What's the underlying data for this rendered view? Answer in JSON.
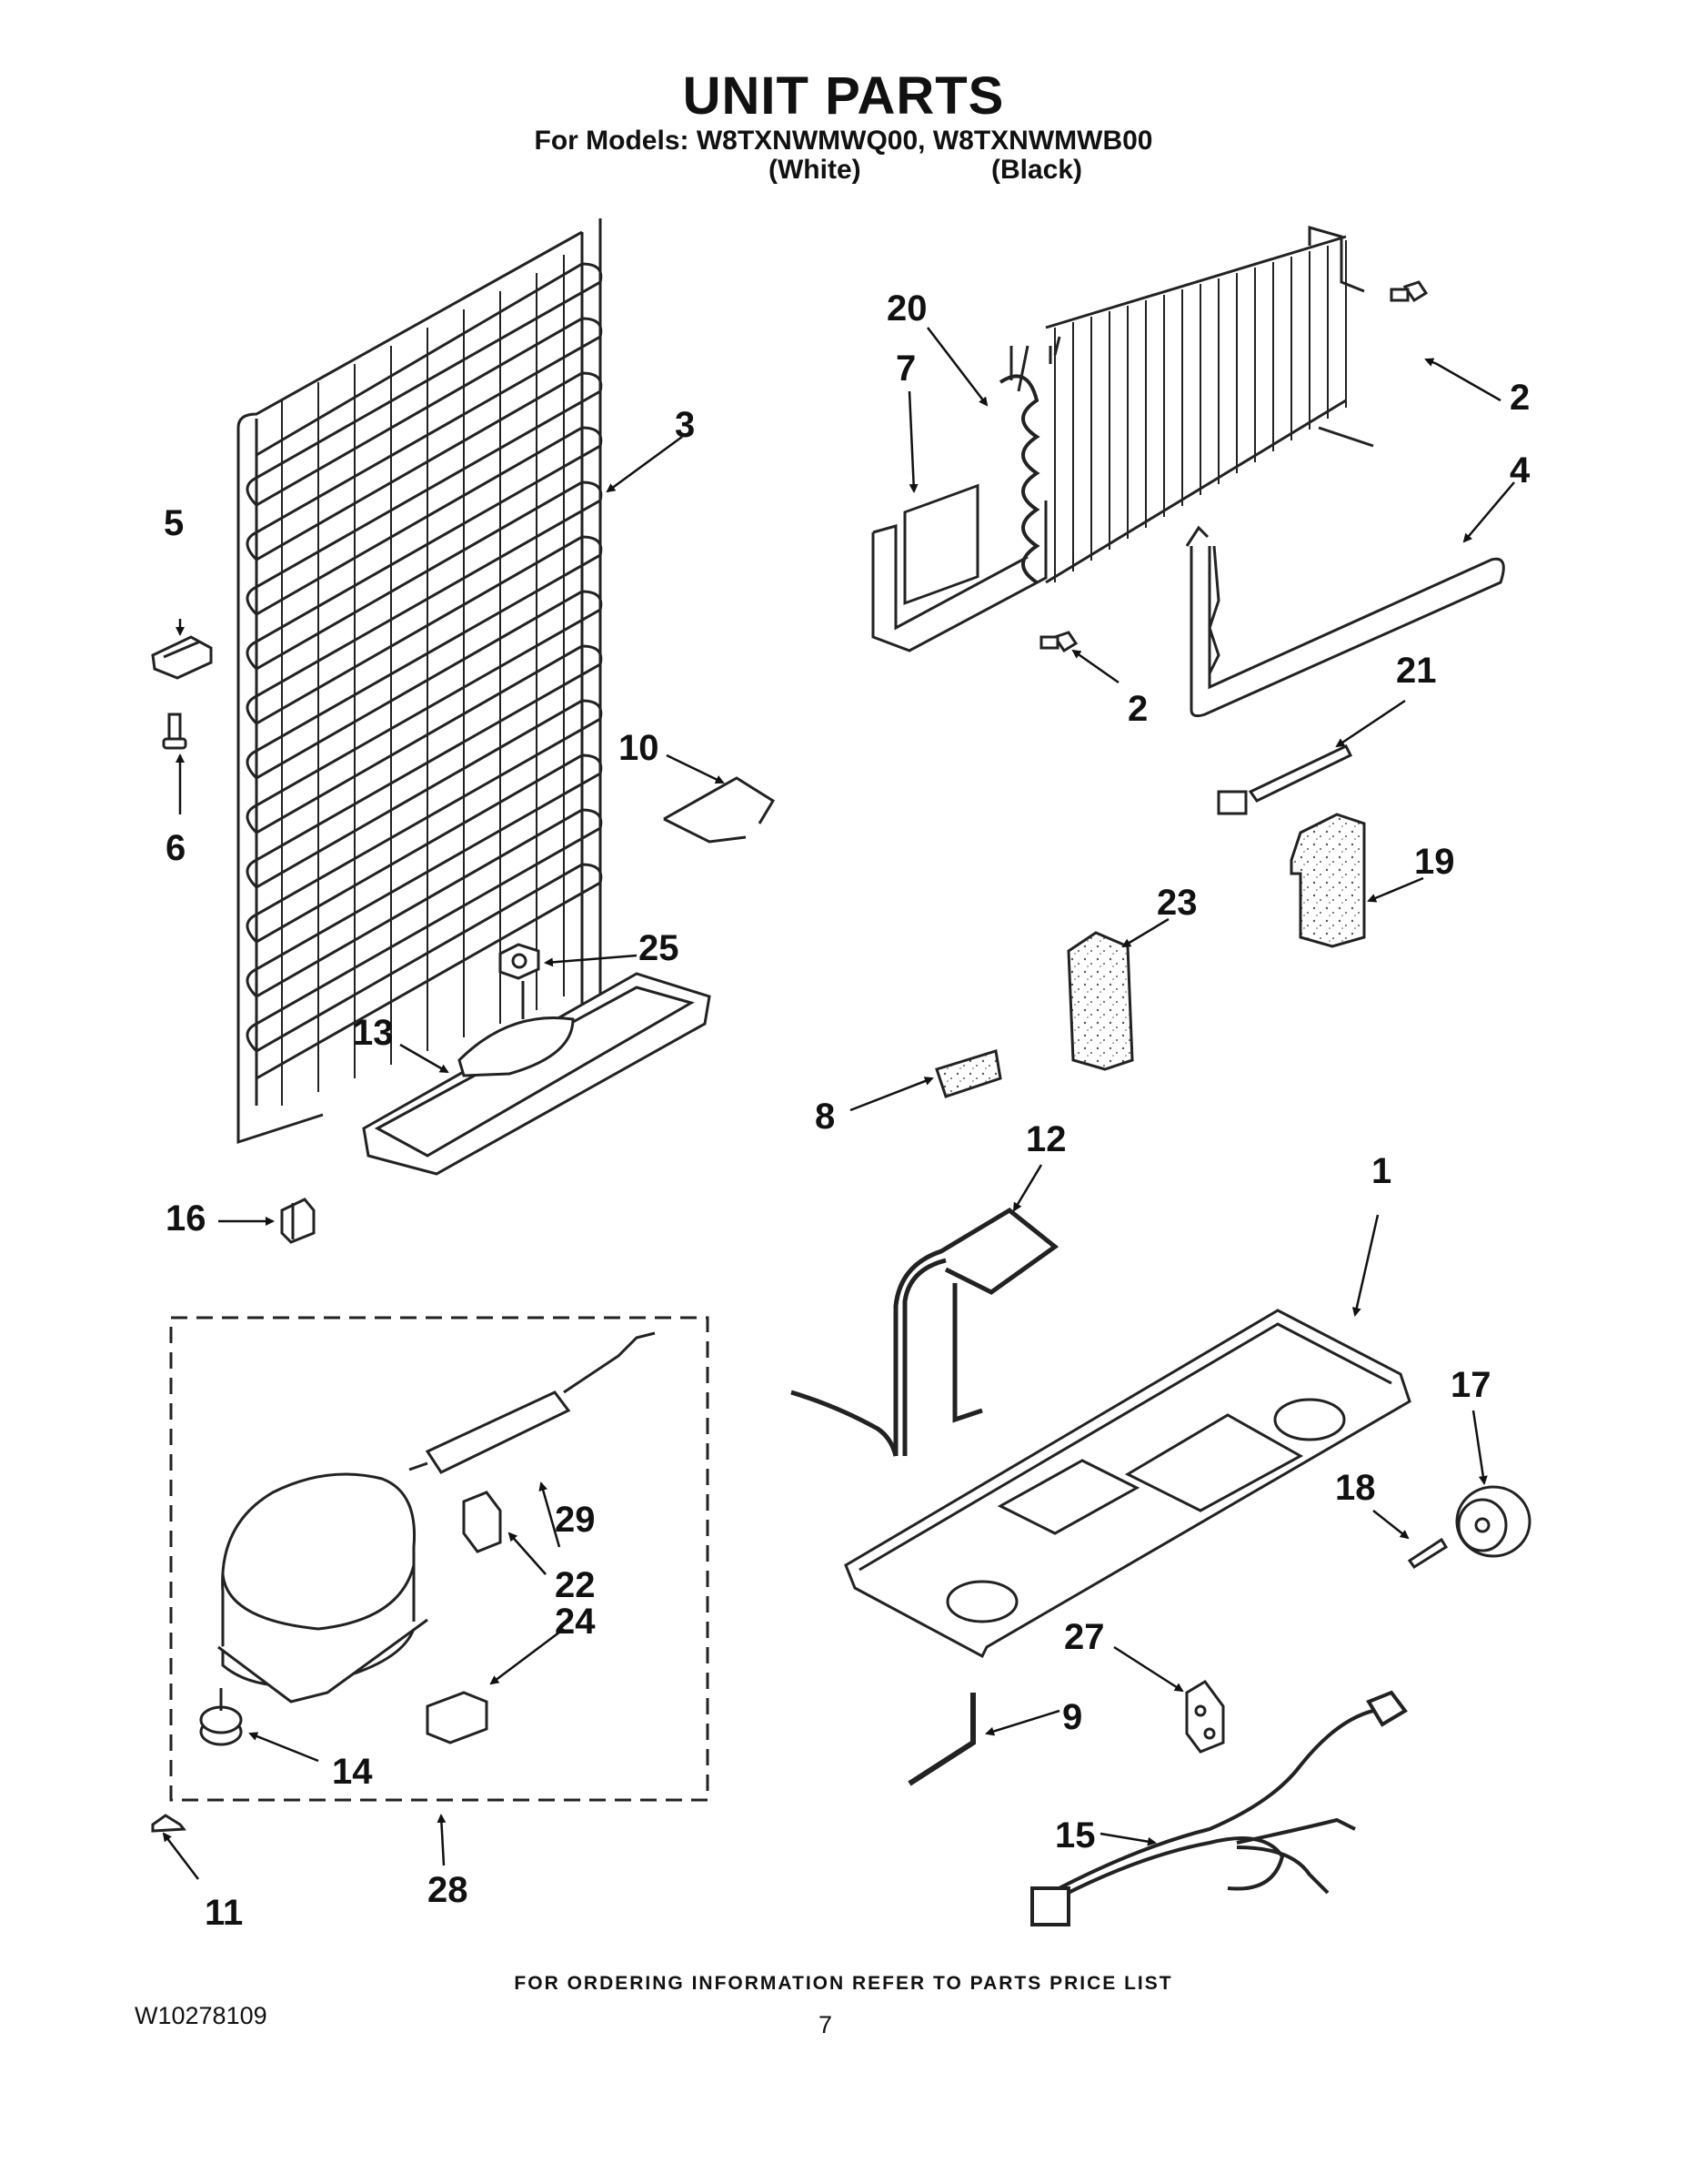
{
  "header": {
    "title": "UNIT PARTS",
    "models_line": "For Models: W8TXNWMWQ00, W8TXNWMWB00",
    "color_white": "(White)",
    "color_black": "(Black)"
  },
  "callouts": {
    "c1": "1",
    "c2a": "2",
    "c2b": "2",
    "c3": "3",
    "c4": "4",
    "c5": "5",
    "c6": "6",
    "c7": "7",
    "c8": "8",
    "c9": "9",
    "c10": "10",
    "c11": "11",
    "c12": "12",
    "c13": "13",
    "c14": "14",
    "c15": "15",
    "c16": "16",
    "c17": "17",
    "c18": "18",
    "c19": "19",
    "c20": "20",
    "c21": "21",
    "c22": "22",
    "c23": "23",
    "c24": "24",
    "c25": "25",
    "c27": "27",
    "c28": "28",
    "c29": "29"
  },
  "footer": {
    "ordering_note": "FOR ORDERING INFORMATION REFER TO PARTS PRICE LIST",
    "doc_number": "W10278109",
    "page_number": "7"
  }
}
